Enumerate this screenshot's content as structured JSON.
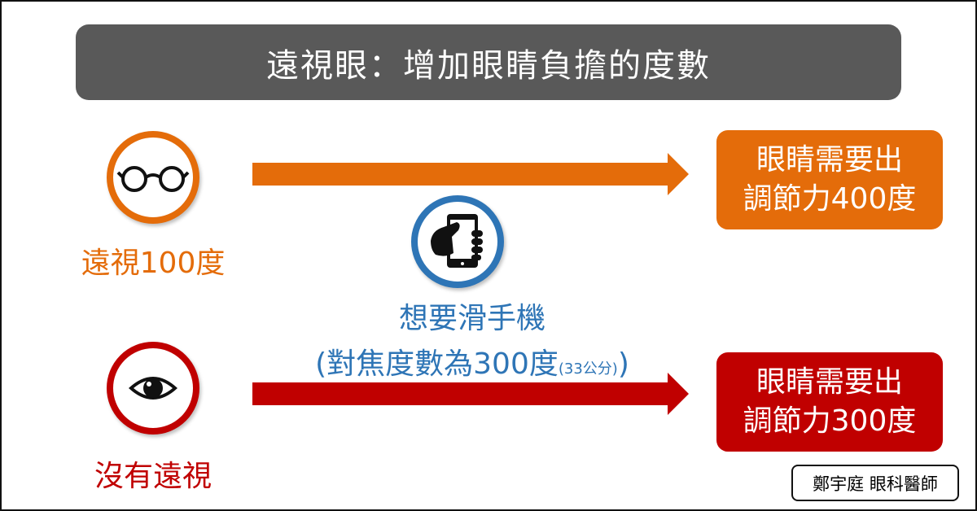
{
  "title": "遠視眼：增加眼睛負擔的度數",
  "hyperopia": {
    "label": "遠視100度",
    "result_line1": "眼睛需要出",
    "result_line2": "調節力400度",
    "icon": "glasses-icon"
  },
  "normal": {
    "label": "沒有遠視",
    "result_line1": "眼睛需要出",
    "result_line2": "調節力300度",
    "icon": "eye-icon"
  },
  "phone": {
    "line1": "想要滑手機",
    "line2_main": "(對焦度數為300度",
    "line2_small": "(33公分)",
    "line2_end": ")",
    "icon": "phone-hand-icon"
  },
  "signature": "鄭宇庭 眼科醫師",
  "colors": {
    "orange": "#E46C0A",
    "red": "#C00000",
    "blue": "#2E75B6",
    "gray": "#595959"
  }
}
